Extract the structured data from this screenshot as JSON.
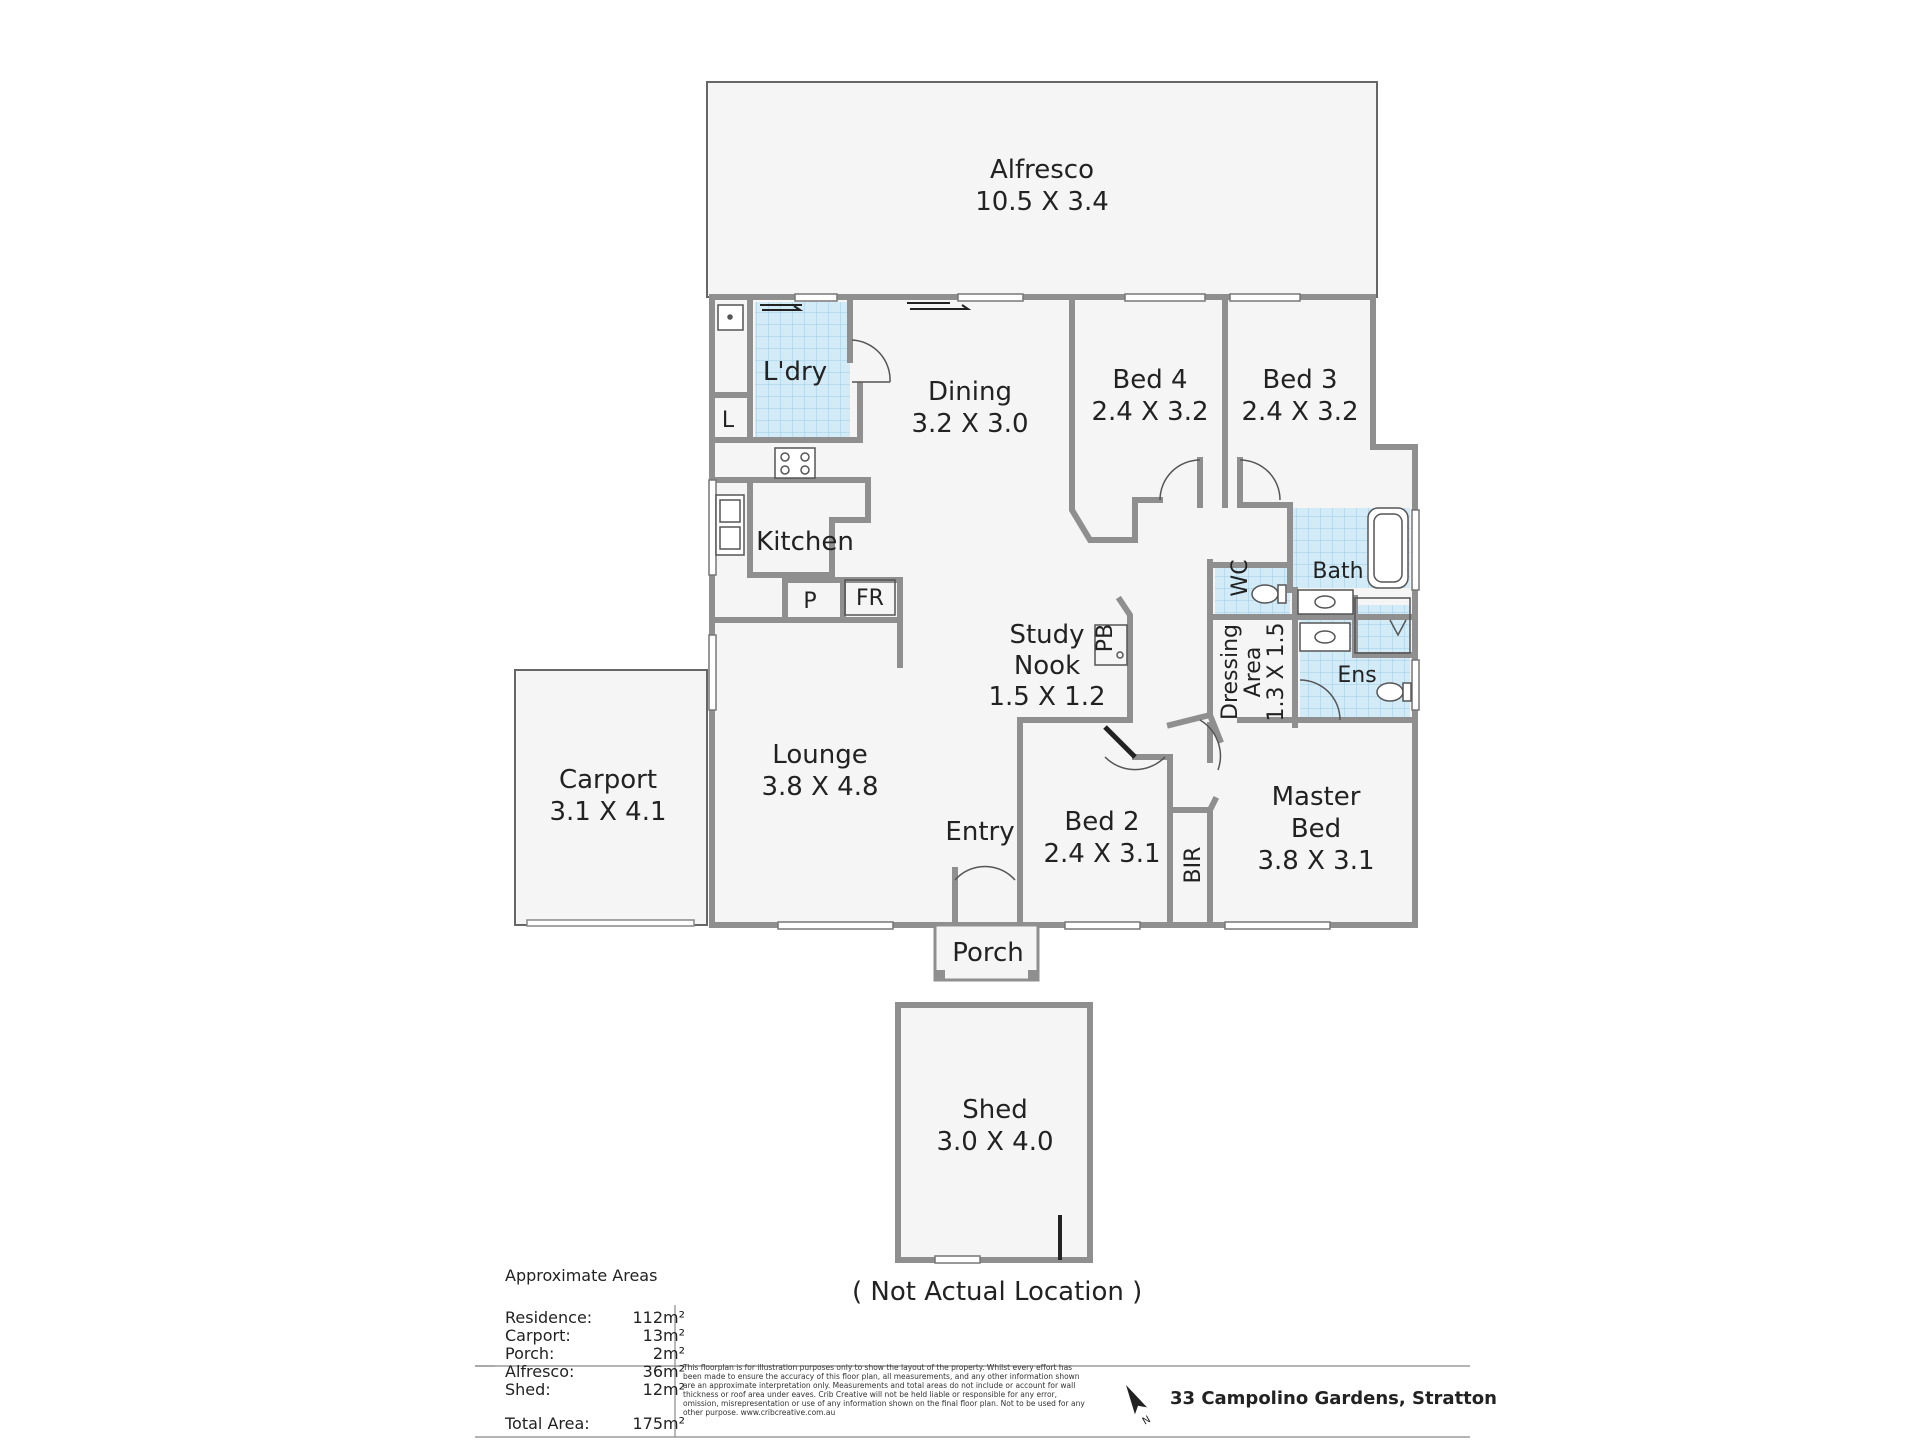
{
  "rooms": {
    "alfresco": {
      "name": "Alfresco",
      "dims": "10.5 X 3.4"
    },
    "dining": {
      "name": "Dining",
      "dims": "3.2 X 3.0"
    },
    "bed4": {
      "name": "Bed 4",
      "dims": "2.4 X 3.2"
    },
    "bed3": {
      "name": "Bed 3",
      "dims": "2.4 X 3.2"
    },
    "laundry": {
      "name": "L'dry"
    },
    "linen": {
      "name": "L"
    },
    "kitchen": {
      "name": "Kitchen"
    },
    "pantry": {
      "name": "P"
    },
    "fridge": {
      "name": "FR"
    },
    "bath": {
      "name": "Bath"
    },
    "wc": {
      "name": "WC"
    },
    "study": {
      "name_line1": "Study",
      "name_line2": "Nook",
      "dims": "1.5 X 1.2"
    },
    "pb": {
      "name": "PB"
    },
    "dressing": {
      "name_line1": "Dressing",
      "name_line2": "Area",
      "dims": "1.3 X 1.5"
    },
    "ensuite": {
      "name": "Ens"
    },
    "carport": {
      "name": "Carport",
      "dims": "3.1 X 4.1"
    },
    "lounge": {
      "name": "Lounge",
      "dims": "3.8 X 4.8"
    },
    "entry": {
      "name": "Entry"
    },
    "bed2": {
      "name": "Bed 2",
      "dims": "2.4 X 3.1"
    },
    "master": {
      "name_line1": "Master",
      "name_line2": "Bed",
      "dims": "3.8 X 3.1"
    },
    "bir": {
      "name": "BIR"
    },
    "porch": {
      "name": "Porch"
    },
    "shed": {
      "name": "Shed",
      "dims": "3.0 X 4.0"
    }
  },
  "not_actual_location": "( Not Actual Location )",
  "approximate_areas": {
    "heading": "Approximate Areas",
    "rows": [
      {
        "label": "Residence:",
        "value": "112m²"
      },
      {
        "label": "Carport:",
        "value": "13m²"
      },
      {
        "label": "Porch:",
        "value": "2m²"
      },
      {
        "label": "Alfresco:",
        "value": "36m²"
      },
      {
        "label": "Shed:",
        "value": "12m²"
      }
    ],
    "total_label": "Total Area:",
    "total_value": "175m²"
  },
  "disclaimer": "This floorplan is for illustration purposes only to show the layout of the property. Whilst every effort has been made to ensure the accuracy of this floor plan, all measurements, and any other information shown are an approximate interpretation only. Measurements and total areas do not include or account for wall thickness or roof area under eaves. Crib Creative will not be held liable or responsible for any error, omission, misrepresentation or use of any information shown on the final floor plan. Not to be used for any other purpose. www.cribcreative.com.au",
  "address": "33 Campolino Gardens, Stratton",
  "compass": {
    "label": "N",
    "icon": "north-arrow-icon"
  },
  "colors": {
    "wall": "#8f8f8f",
    "floor": "#f5f5f5",
    "wet_area": "#cfe8f5",
    "tile_line": "#9fcde6"
  }
}
